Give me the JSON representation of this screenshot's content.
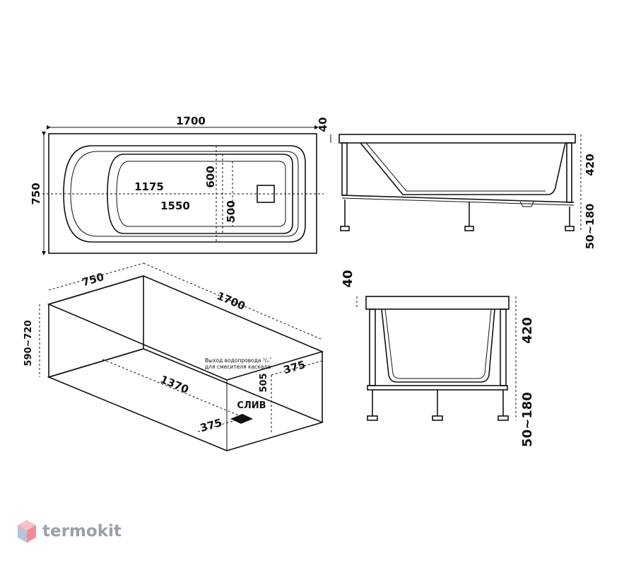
{
  "top_view": {
    "length": "1700",
    "width": "750",
    "inner_length": "1175",
    "bottom_length": "1550",
    "inner_width": "600",
    "bottom_width": "500"
  },
  "side_view": {
    "rim": "40",
    "height": "420",
    "legs": "50~180"
  },
  "perspective_view": {
    "width": "750",
    "length": "1700",
    "height": "590~720",
    "niche_length": "1370",
    "drain_label": "СЛИВ",
    "drain_offset_side": "375",
    "drain_offset_front": "375",
    "drain_height": "505",
    "water_note_line1": "Выход водопровода ³/ₓ˝",
    "water_note_line2": "для смесителя каскада"
  },
  "end_view": {
    "rim": "40",
    "height": "420",
    "legs": "50~180"
  },
  "watermark": {
    "text": "termokit"
  }
}
